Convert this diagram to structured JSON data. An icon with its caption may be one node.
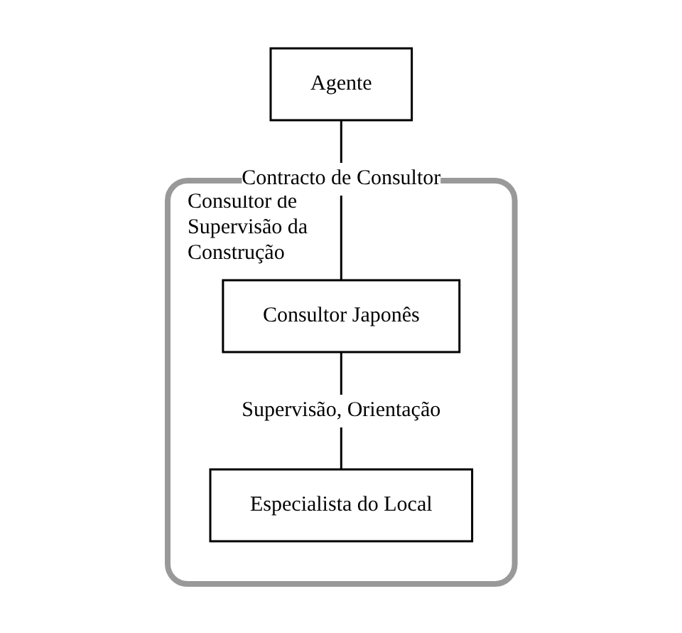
{
  "diagram": {
    "nodes": [
      {
        "text": [
          "Agente"
        ]
      },
      {
        "text": [
          "Consultor de Supervisão da Construção"
        ]
      },
      {
        "text": [
          "Consultor Japonês"
        ],
        "in": 1
      },
      {
        "text": [
          "Especialista do Local"
        ],
        "in": 1
      }
    ],
    "edges": [
      {
        "from": 0,
        "to": 2,
        "arrow": "none",
        "label": "Contracto de Consultor"
      },
      {
        "from": 2,
        "to": 3,
        "arrow": "none",
        "label": "Supervisão, Orientação"
      }
    ]
  }
}
